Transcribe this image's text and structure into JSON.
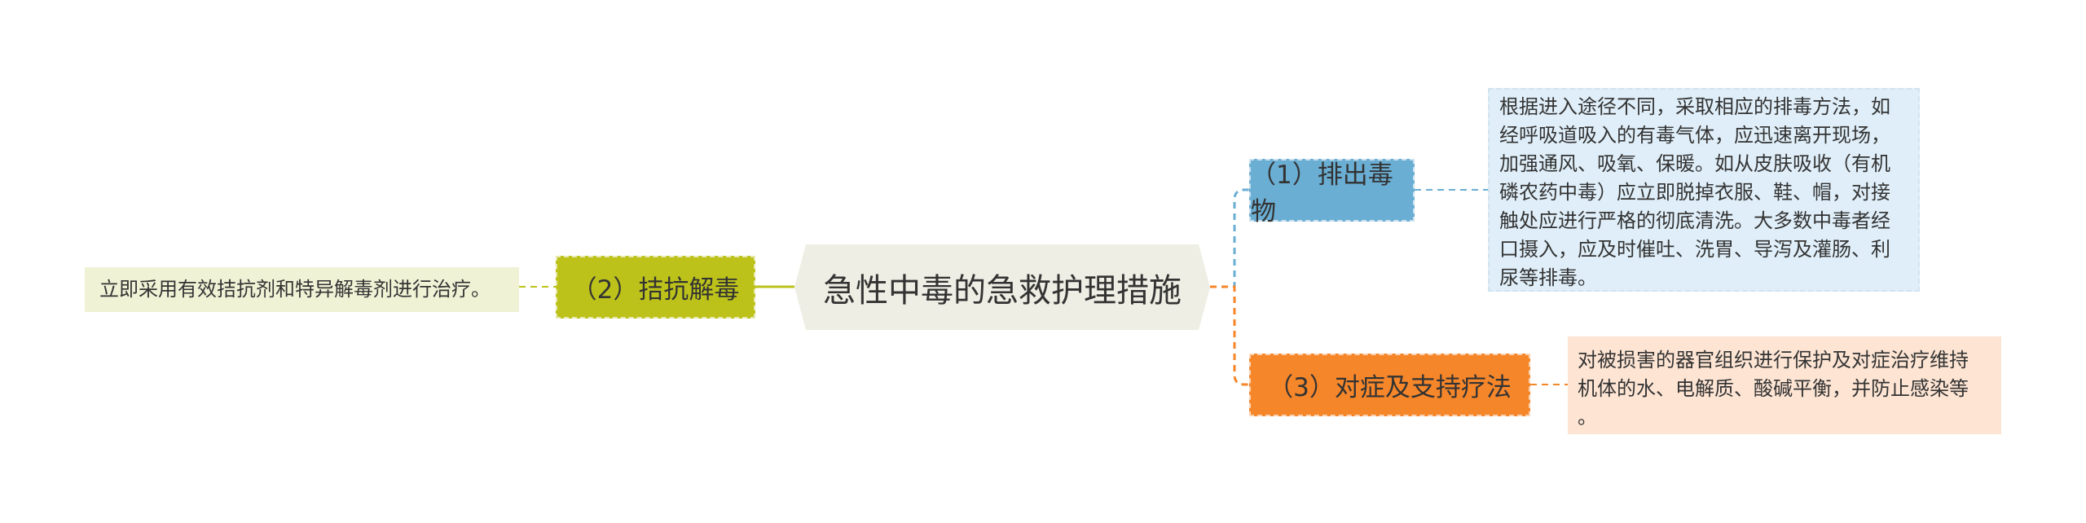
{
  "center": {
    "label": "急性中毒的急救护理措施"
  },
  "branches": [
    {
      "label": "（1）排出毒物",
      "color": "#6aaed3"
    },
    {
      "label": "（2）拮抗解毒",
      "color": "#bcc21a"
    },
    {
      "label": "（3）对症及支持疗法",
      "color": "#f5862a"
    }
  ],
  "leaves": [
    {
      "lines": [
        "根据进入途径不同，采取相应的排毒方法，如",
        "经呼吸道吸入的有毒气体，应迅速离开现场，",
        "加强通风、吸氧、保暖。如从皮肤吸收（有机",
        "磷农药中毒）应立即脱掉衣服、鞋、帽，对接",
        "触处应进行严格的彻底清洗。大多数中毒者经",
        "口摄入，应及时催吐、洗胃、导泻及灌肠、利",
        "尿等排毒。"
      ]
    },
    {
      "text": "立即采用有效拮抗剂和特异解毒剂进行治疗。"
    },
    {
      "lines": [
        "对被损害的器官组织进行保护及对症治疗维持",
        "机体的水、电解质、酸碱平衡，并防止感染等",
        "。"
      ]
    }
  ]
}
